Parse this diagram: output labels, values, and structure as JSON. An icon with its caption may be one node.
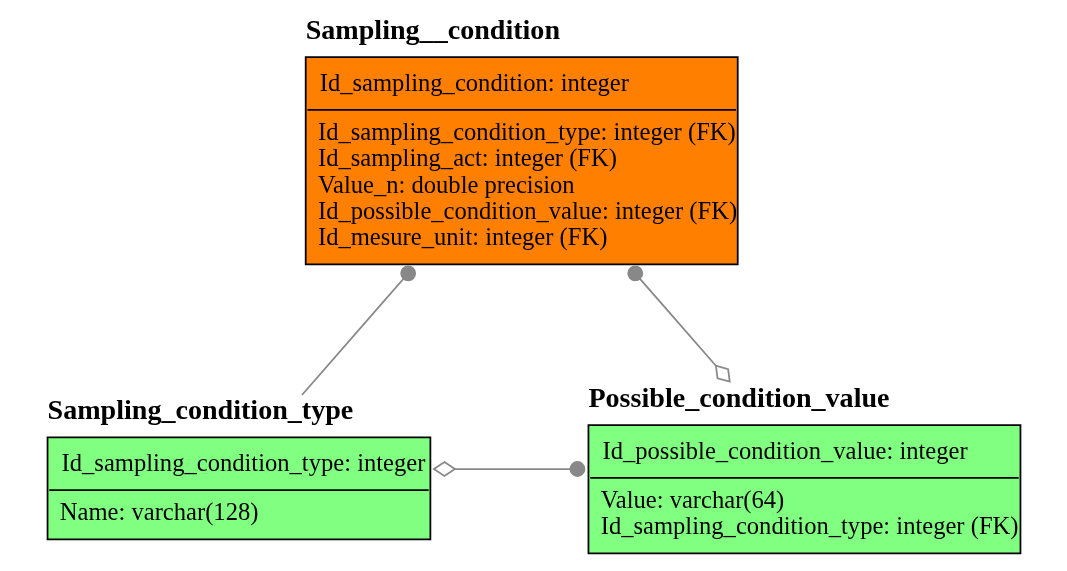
{
  "diagram": {
    "nodes": [
      {
        "text": [
          "Sampling__condition",
          "Id_sampling_condition: integer",
          "Id_sampling_condition_type: integer (FK)",
          "Id_sampling_act: integer (FK)",
          "Value_n: double precision",
          "Id_possible_condition_value: integer (FK)",
          "Id_mesure_unit: integer (FK)"
        ]
      },
      {
        "text": [
          "Sampling_condition_type",
          "Id_sampling_condition_type: integer",
          "Name: varchar(128)"
        ]
      },
      {
        "text": [
          "Possible_condition_value",
          "Id_possible_condition_value: integer",
          "Value: varchar(64)",
          "Id_sampling_condition_type: integer (FK)"
        ]
      }
    ],
    "edges": [
      {
        "from": 1,
        "to": 0,
        "arrow": "other"
      },
      {
        "from": 0,
        "to": 2,
        "arrow": "other"
      },
      {
        "from": 1,
        "to": 2,
        "arrow": "other"
      }
    ]
  }
}
